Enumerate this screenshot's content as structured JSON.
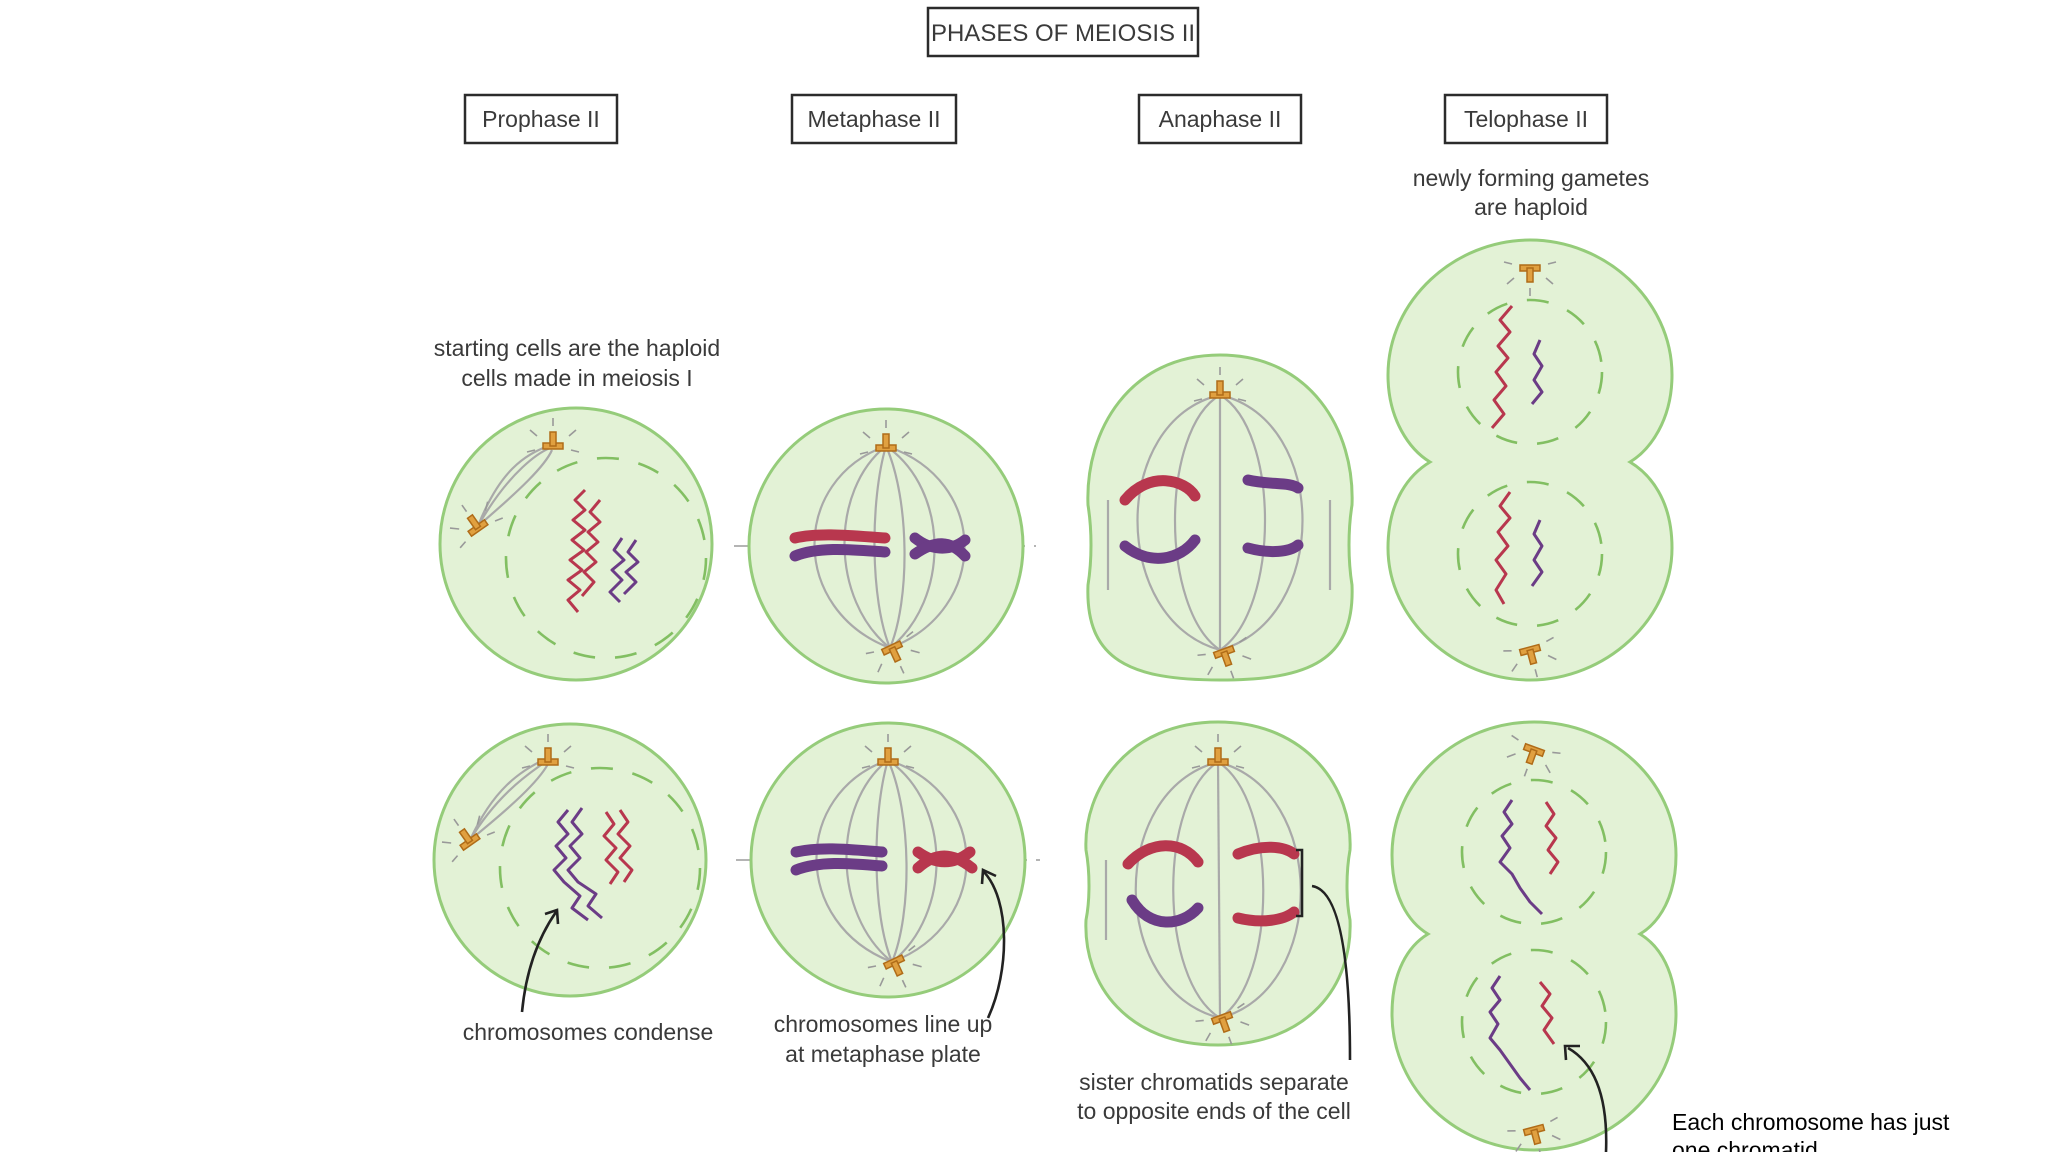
{
  "title": "PHASES OF MEIOSIS II",
  "phases": [
    {
      "label": "Prophase II"
    },
    {
      "label": "Metaphase II"
    },
    {
      "label": "Anaphase II"
    },
    {
      "label": "Telophase II"
    }
  ],
  "notes": {
    "telophase_top_line1": "newly forming gametes",
    "telophase_top_line2": "are haploid",
    "prophase_top_line1": "starting cells are the haploid",
    "prophase_top_line2": "cells made in meiosis I",
    "condense": "chromosomes condense",
    "lineup_line1": "chromosomes line up",
    "lineup_line2": "at metaphase plate",
    "separate_line1": "sister chromatids separate",
    "separate_line2": "to opposite ends of the cell",
    "chromatid_line1": "Each chromosome has just",
    "chromatid_line2": "one chromatid"
  },
  "colors": {
    "cell_fill": "#e3f2d6",
    "cell_outline": "#95cc7a",
    "chromosome_red": "#b8374e",
    "chromosome_purple": "#6b3c86",
    "centrosome": "#e0a040"
  }
}
